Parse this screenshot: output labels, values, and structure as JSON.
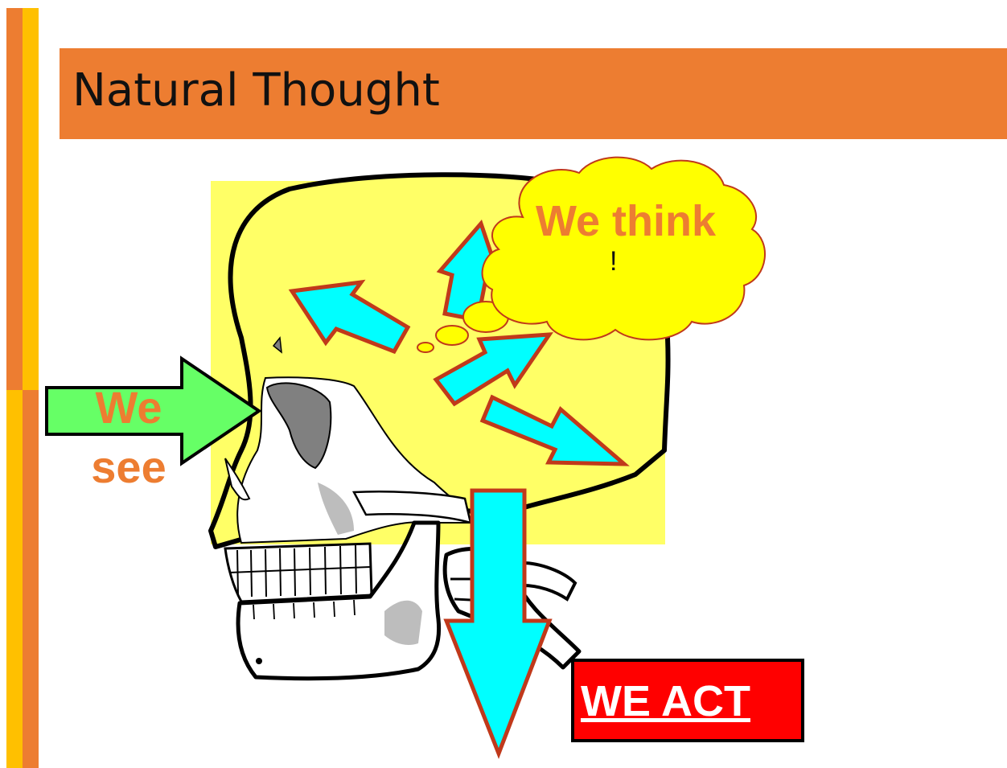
{
  "slide": {
    "title": "Natural Thought"
  },
  "labels": {
    "see": "We see",
    "think": "We think",
    "think_mark": "!",
    "act": "WE ACT"
  },
  "colors": {
    "accent_orange": "#ED7D31",
    "bar_yellow": "#FFC000",
    "skull_yellow": "#FFFF66",
    "thought_cloud": "#FFFF00",
    "arrow_cyan": "#00FFFF",
    "arrow_green": "#66FF66",
    "act_red": "#FF0000"
  },
  "icons": {
    "illustration": "skull-icon",
    "see_arrow": "right-arrow-icon",
    "act_arrow": "down-arrow-icon",
    "thought": "thought-cloud-icon"
  }
}
